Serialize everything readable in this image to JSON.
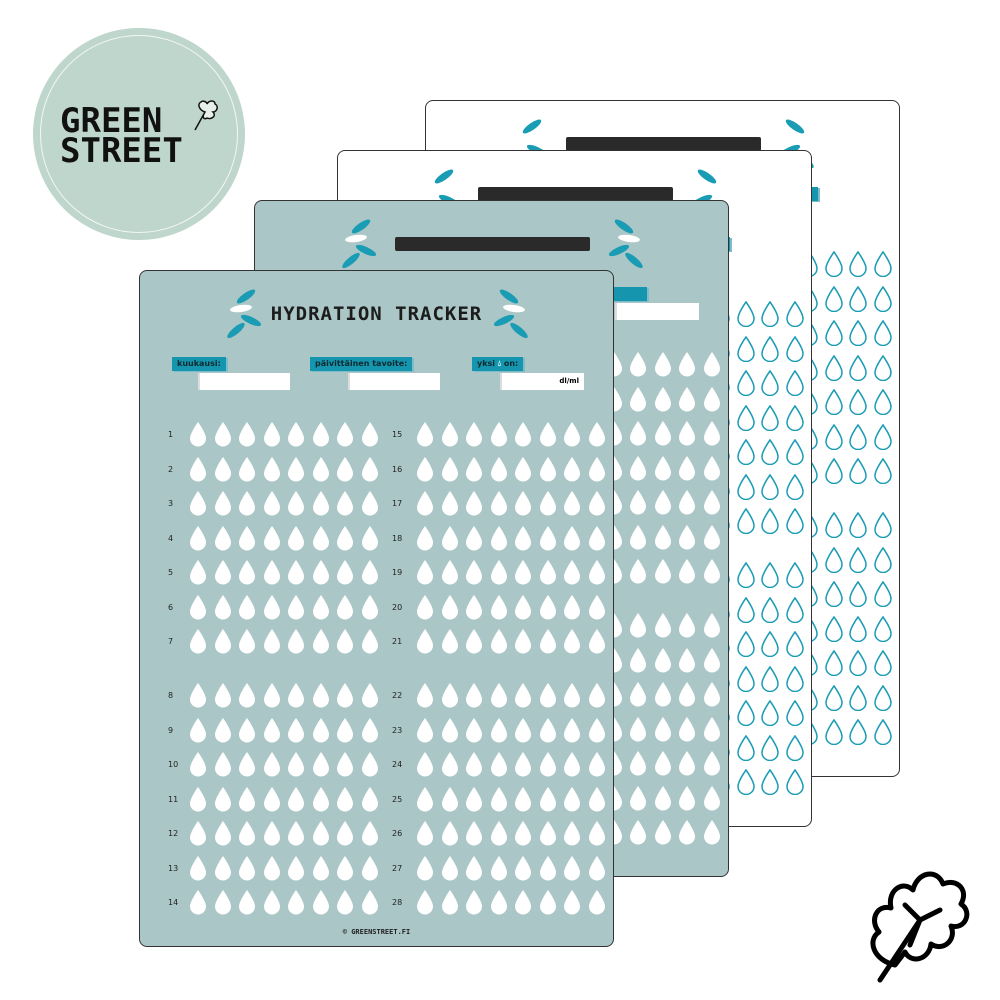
{
  "brand": {
    "line1": "GREEN",
    "line2": "STREET"
  },
  "tracker": {
    "title": "HYDRATION TRACKER",
    "month_label": "kuukausi:",
    "goal_label": "päivittäinen tavoite:",
    "unit_label_pre": "yksi",
    "unit_label_post": "on:",
    "unit_suffix": "dl/ml",
    "days": [
      1,
      2,
      3,
      4,
      5,
      6,
      7,
      8,
      9,
      10,
      11,
      12,
      13,
      14,
      15,
      16,
      17,
      18,
      19,
      20,
      21,
      22,
      23,
      24,
      25,
      26,
      27,
      28
    ],
    "drops_per_day": 8,
    "footer": "© GREENSTREET.FI"
  },
  "colors": {
    "accent": "#1596ae",
    "sheet_gray": "#abc6c6",
    "logo_bg": "#bfd6cc"
  }
}
